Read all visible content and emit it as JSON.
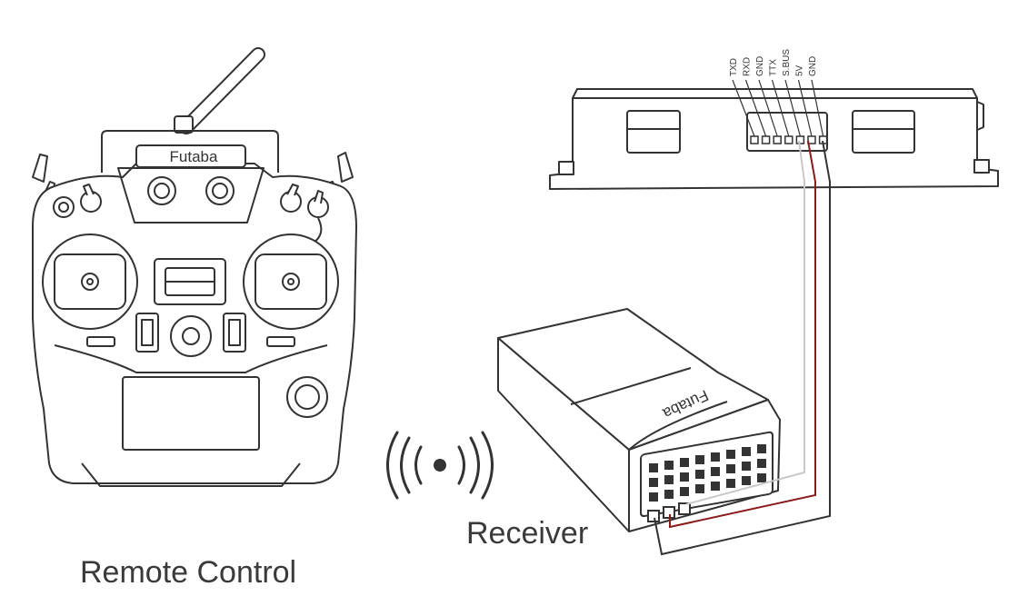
{
  "captions": {
    "remote_control": "Remote Control",
    "receiver": "Receiver"
  },
  "brand": {
    "transmitter": "Futaba",
    "receiver": "Futaba"
  },
  "pins": [
    "TXD",
    "RXD",
    "GND",
    "TTX",
    "S.BUS",
    "5V",
    "GND"
  ],
  "colors": {
    "outline": "#333333",
    "signal_wire": "#c8c8c8",
    "power_wire": "#8b1a1a"
  }
}
